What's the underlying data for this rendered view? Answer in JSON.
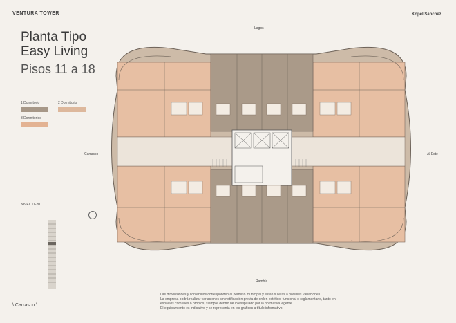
{
  "header": {
    "brand": "VENTURA TOWER",
    "partner": "Kopel Sánchez"
  },
  "title": {
    "line1": "Planta Tipo",
    "line2": "Easy Living",
    "line3": "Pisos 11 a 18"
  },
  "legend": [
    {
      "label": "1 Dormitorio",
      "color": "#a79888"
    },
    {
      "label": "2 Dormitorio",
      "color": "#ddb89c"
    },
    {
      "label": "3 Dormitorios",
      "color": "#e3b393"
    }
  ],
  "level_label": "NIVEL 11-20",
  "directions": {
    "north": "Lagos",
    "west": "Carrasco",
    "east": "Al Este",
    "south": "Rambla"
  },
  "disclaimer": [
    "Las dimensiones y contenidos corresponden al permiso municipal y están sujetas a posibles variaciones.",
    "La empresa podrá realizar variaciones sin notificación previa de orden estético, funcional o reglamentario, tanto en",
    "espacios comunes o propios, siempre dentro de lo  estipulado por la normativa vigente.",
    "El equipamiento es indicativo y se representa en los gráficos a título informativo."
  ],
  "footer": "\\ Carrasco \\",
  "colors": {
    "one_bed": "#a79888",
    "two_bed": "#ddb89c",
    "three_bed": "#e3b393",
    "background": "#f4f1ec"
  }
}
